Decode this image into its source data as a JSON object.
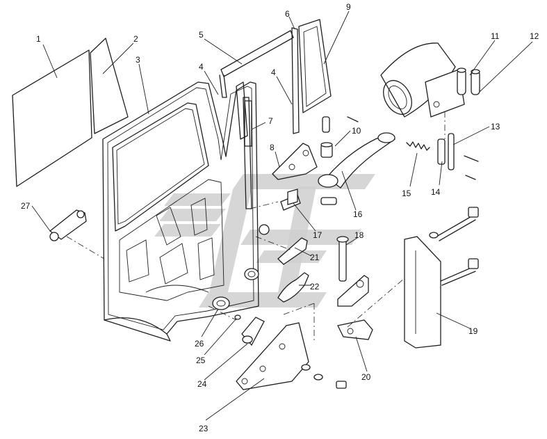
{
  "diagram": {
    "watermark_color": "#cfcfcf",
    "line_color": "#1e1e1e",
    "callouts": [
      {
        "id": "1",
        "text": "1"
      },
      {
        "id": "2",
        "text": "2"
      },
      {
        "id": "3",
        "text": "3"
      },
      {
        "id": "4a",
        "text": "4"
      },
      {
        "id": "4b",
        "text": "4"
      },
      {
        "id": "5",
        "text": "5"
      },
      {
        "id": "6",
        "text": "6"
      },
      {
        "id": "7",
        "text": "7"
      },
      {
        "id": "8",
        "text": "8"
      },
      {
        "id": "9",
        "text": "9"
      },
      {
        "id": "10",
        "text": "10"
      },
      {
        "id": "11",
        "text": "11"
      },
      {
        "id": "12",
        "text": "12"
      },
      {
        "id": "13",
        "text": "13"
      },
      {
        "id": "14",
        "text": "14"
      },
      {
        "id": "15",
        "text": "15"
      },
      {
        "id": "16",
        "text": "16"
      },
      {
        "id": "17",
        "text": "17"
      },
      {
        "id": "18",
        "text": "18"
      },
      {
        "id": "19",
        "text": "19"
      },
      {
        "id": "20",
        "text": "20"
      },
      {
        "id": "21",
        "text": "21"
      },
      {
        "id": "22",
        "text": "22"
      },
      {
        "id": "23",
        "text": "23"
      },
      {
        "id": "24",
        "text": "24"
      },
      {
        "id": "25",
        "text": "25"
      },
      {
        "id": "26",
        "text": "26"
      },
      {
        "id": "27",
        "text": "27"
      }
    ]
  }
}
